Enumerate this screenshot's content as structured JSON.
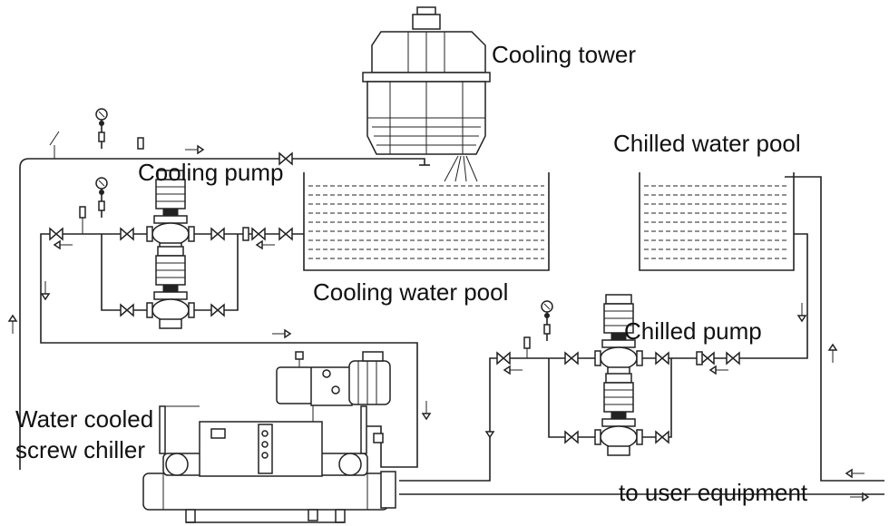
{
  "labels": {
    "cooling_tower": "Cooling tower",
    "chilled_water_pool": "Chilled water pool",
    "cooling_pump": "Cooling pump",
    "cooling_water_pool": "Cooling water pool",
    "chilled_pump": "Chilled pump",
    "chiller_line1": "Water cooled",
    "chiller_line2": "screw chiller",
    "to_user_equipment": "to user equipment"
  }
}
